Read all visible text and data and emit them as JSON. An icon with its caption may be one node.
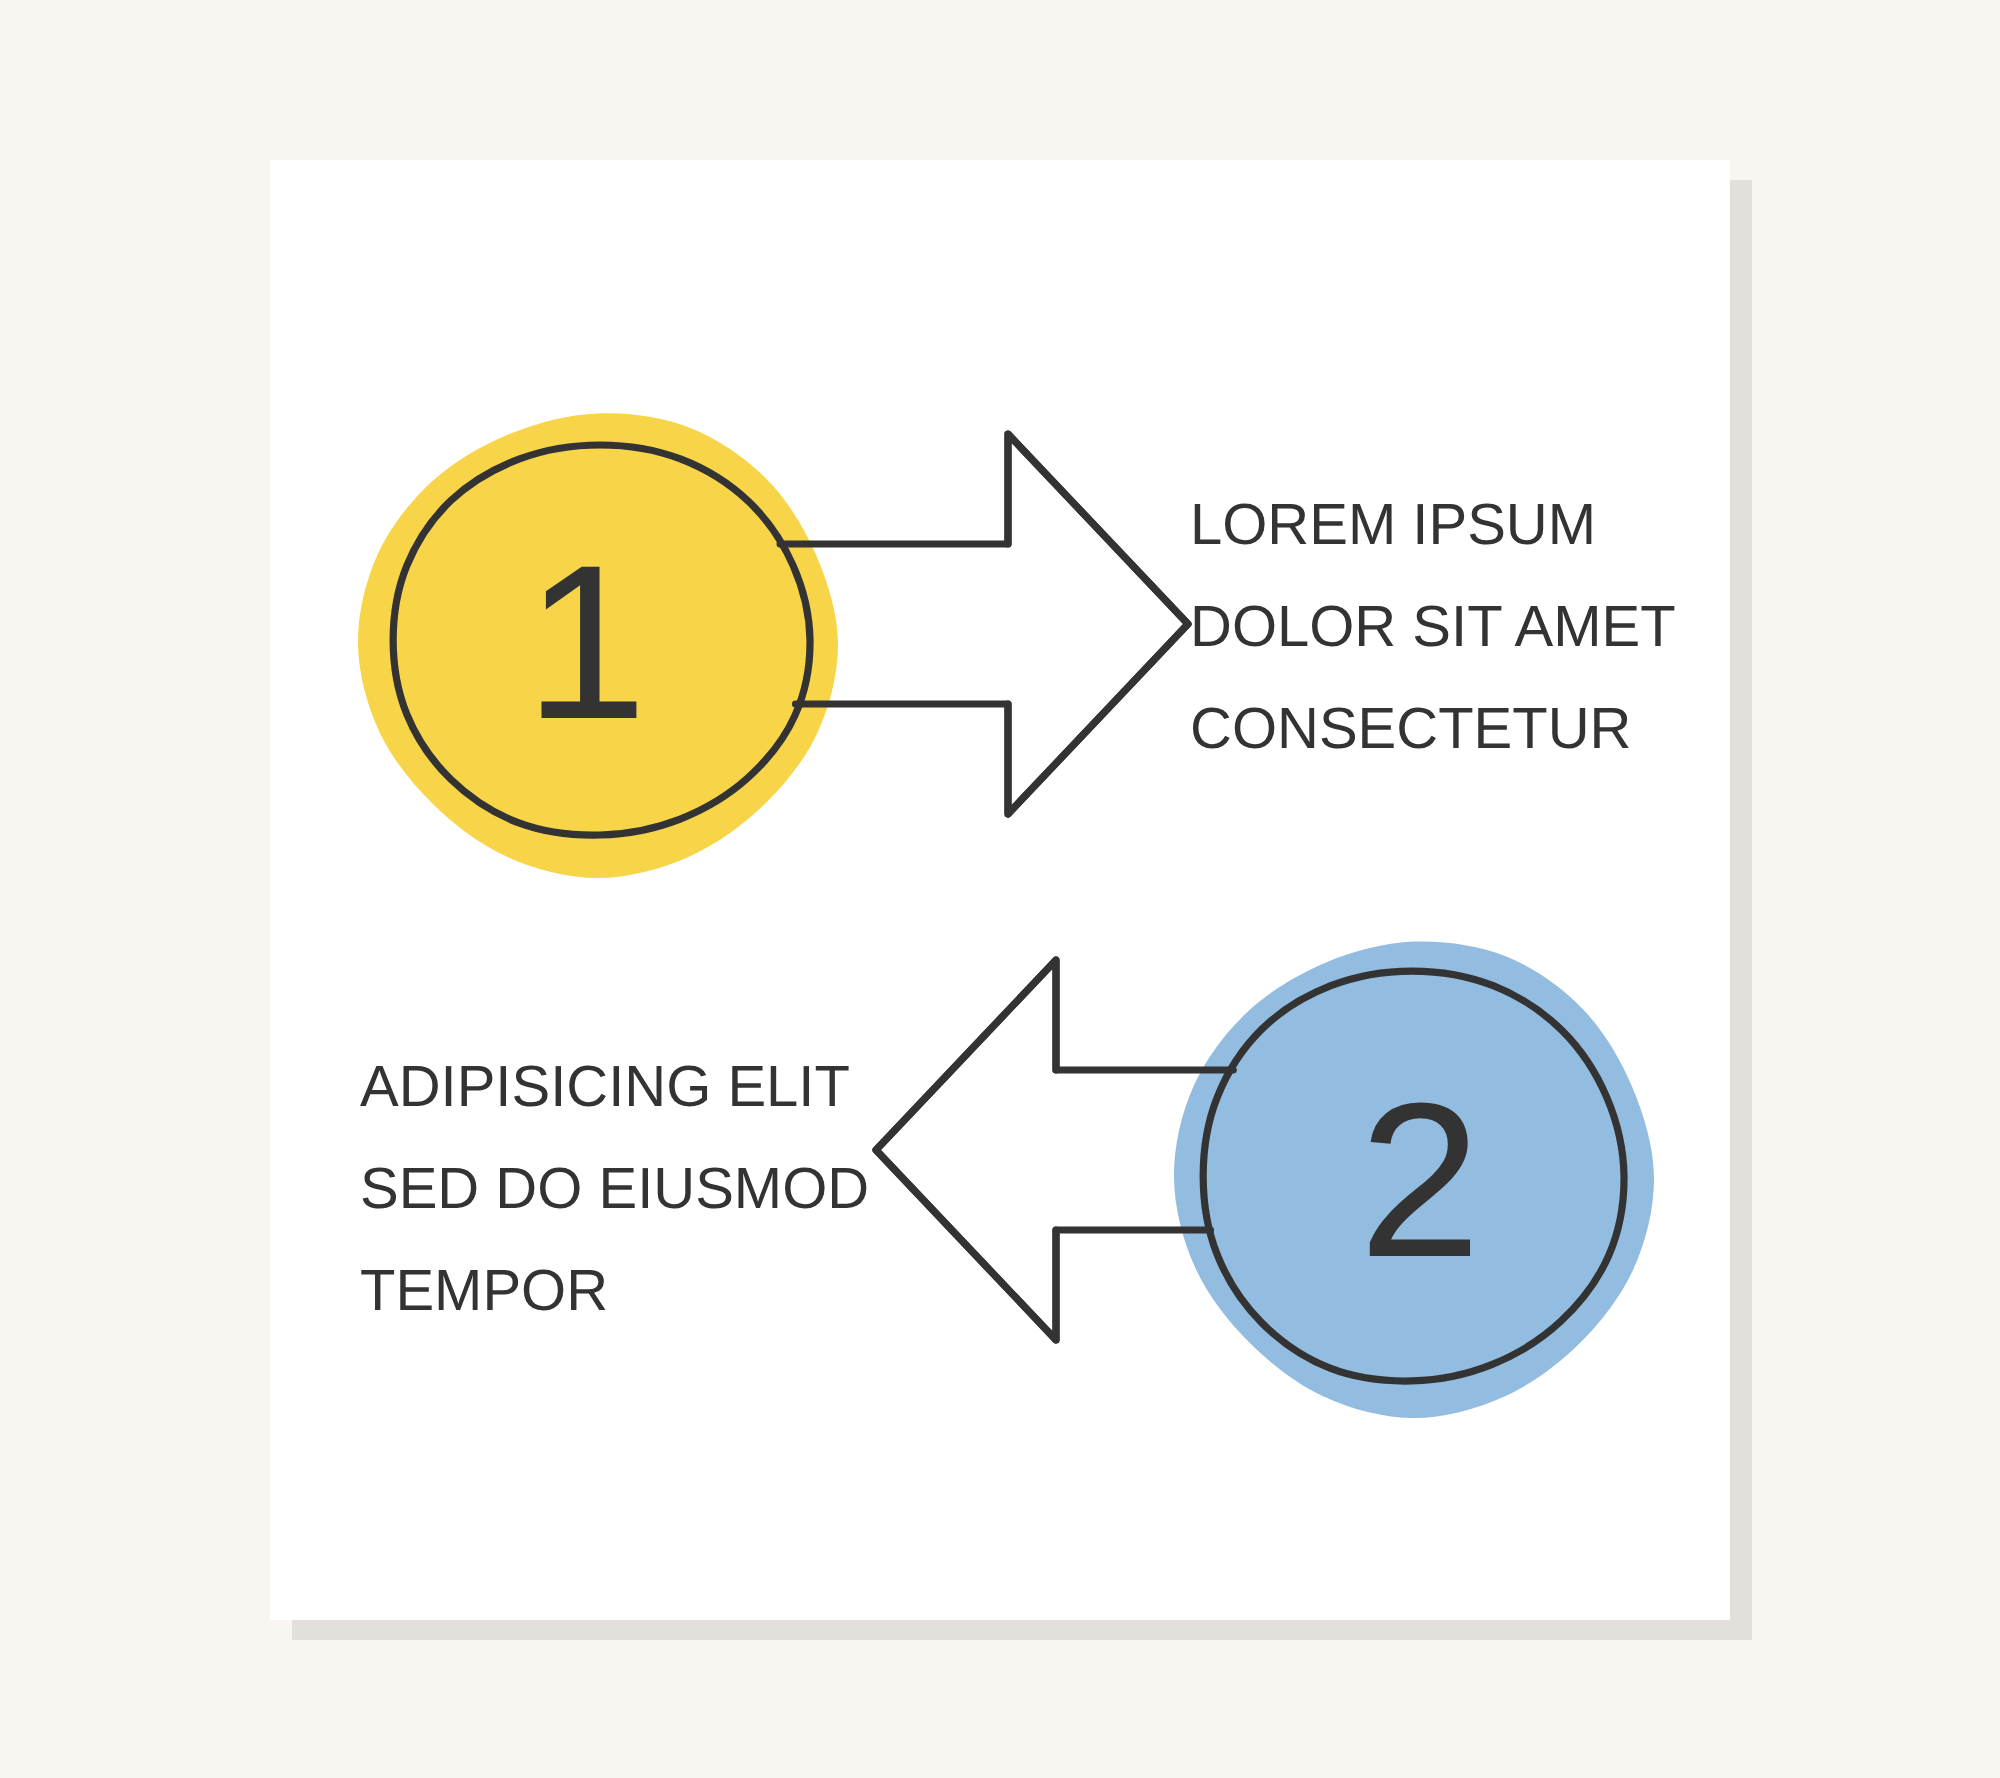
{
  "diagram": {
    "nodes": [
      {
        "text": [
          "1"
        ]
      },
      {
        "text": [
          "LOREM IPSUM DOLOR SIT AMET CONSECTETUR"
        ]
      },
      {
        "text": [
          "2"
        ]
      },
      {
        "text": [
          "ADIPISICING ELIT SED DO EIUSMOD TEMPOR"
        ]
      }
    ],
    "edges": [
      {
        "from": 0,
        "to": 1,
        "arrow": "to"
      },
      {
        "from": 2,
        "to": 3,
        "arrow": "to"
      }
    ]
  }
}
